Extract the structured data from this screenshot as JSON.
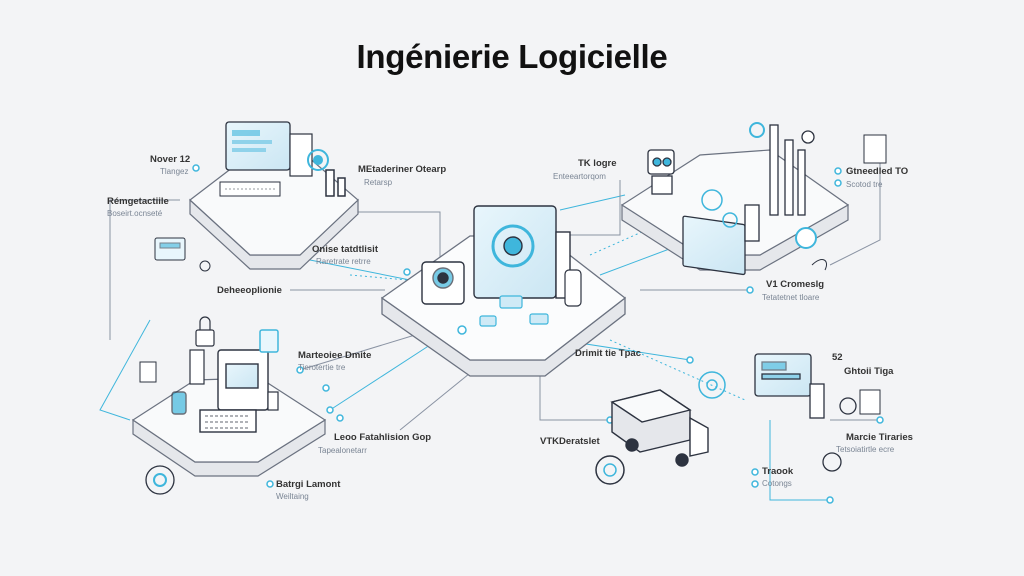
{
  "title": "Ingénierie Logicielle",
  "colors": {
    "background": "#f3f4f6",
    "line": "#8a93a3",
    "accent_cyan": "#3fb6dc",
    "accent_light": "#cfeaf6",
    "platform_fill": "#f9fafb",
    "platform_edge": "#6b7280",
    "dark_outline": "#2d3340"
  },
  "icons": {
    "top_left": "workstation-monitor-icon",
    "top_right": "industrial-robot-icon",
    "center": "central-server-hub-icon",
    "bottom_left": "computer-terminal-icon",
    "bottom_right": "delivery-truck-icon"
  },
  "labels": {
    "top_left": {
      "a_title": "Nover 12",
      "a_sub": "Tlangez",
      "b_title": "Rémgetactiile",
      "b_sub": "Boseirt.ocnseté",
      "c_title": "MEtaderiner Otearp",
      "c_sub": "Retarsp",
      "d_title": "Onise tatdtlisit",
      "d_sub": "Raretrate retrre"
    },
    "center": {
      "left_title": "Deheeoplionie",
      "bottom_title": "Drimit tie Tpac"
    },
    "top_right": {
      "a_title": "TK logre",
      "a_sub": "Enteeartorqom",
      "b_title": "Gtneedled TO",
      "b_sub": "Scotod tre",
      "c_title": "V1 Cromeslg",
      "c_sub": "Tetatetnet tloare"
    },
    "bottom_left": {
      "a_title": "Marteoiee Dmite",
      "a_sub": "Tierotertie tre",
      "b_title": "Leoo Fatahlision Gop",
      "b_sub": "Tapealonetarr",
      "c_title": "Batrgi Lamont",
      "c_sub": "Weiltaing"
    },
    "bottom_right": {
      "a_title": "52",
      "b_title": "Ghtoii Tiga",
      "c_title": "VTKDeratslet",
      "d_title": "Marcie Tiraries",
      "d_sub": "Tetsoiatirtle ecre",
      "e_title": "Traook",
      "e_sub": "Cotongs"
    }
  }
}
